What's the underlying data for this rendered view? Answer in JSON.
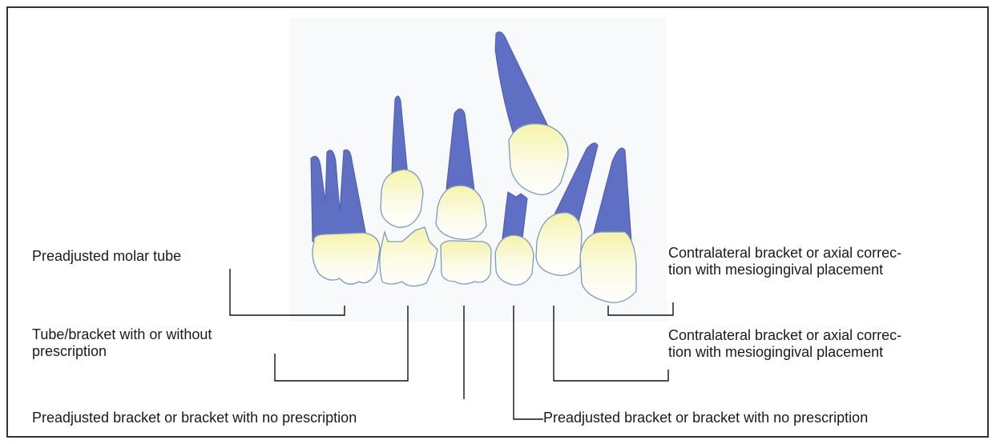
{
  "labels": {
    "molar_tube": "Preadjusted molar tube",
    "tube_bracket": "Tube/bracket with or without\nprescription",
    "preadjusted_left": "Preadjusted bracket or bracket with no prescription",
    "preadjusted_right": "Preadjusted bracket or bracket with no prescription",
    "contralateral_upper": "Contralateral bracket or axial correc-\ntion with mesiogingival placement",
    "contralateral_lower": "Contralateral bracket or axial correc-\ntion with mesiogingival placement"
  },
  "colors": {
    "root": "#5f6fc4",
    "root_outline": "#4d5bb0",
    "crown_top": "#f6f3a8",
    "crown_bottom": "#ffffff",
    "crown_outline": "#7a9bc6",
    "leader_line": "#111111",
    "frame": "#333333"
  }
}
